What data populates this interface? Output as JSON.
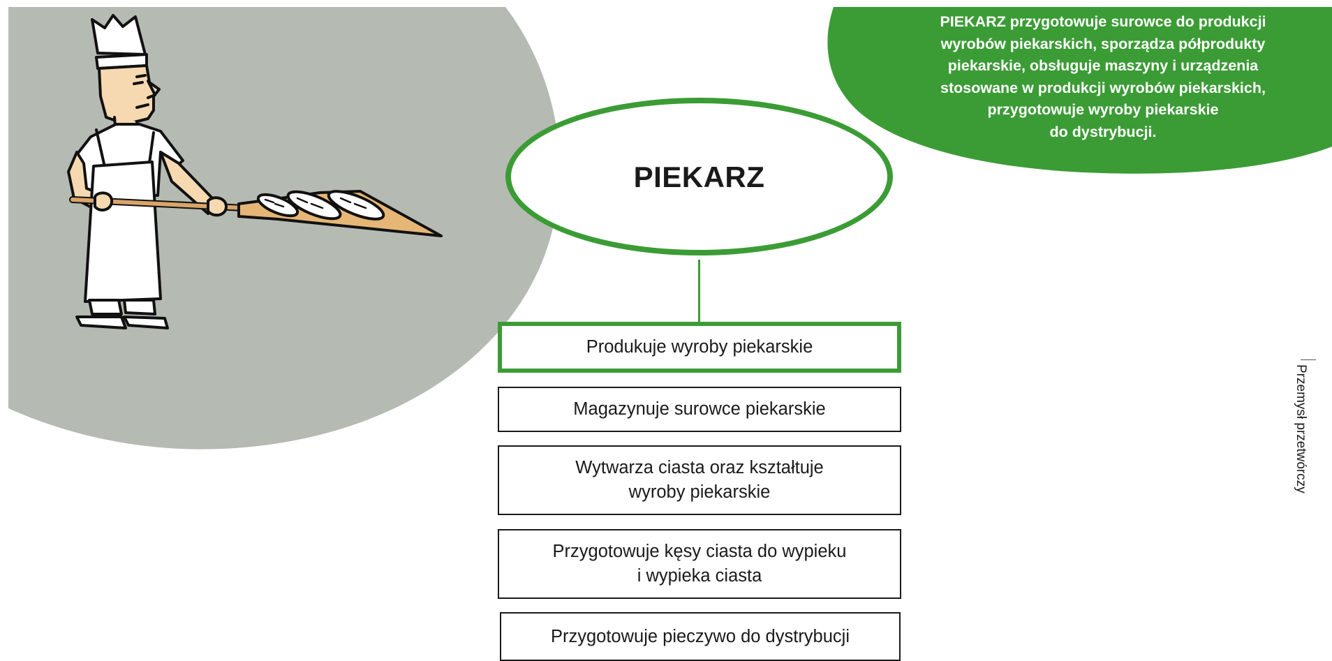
{
  "diagram": {
    "title": "PIEKARZ",
    "description_lines": [
      "PIEKARZ przygotowuje surowce do produkcji",
      "wyrobów piekarskich, sporządza półprodukty",
      "piekarskie, obsługuje maszyny i urządzenia",
      "stosowane w produkcji wyrobów piekarskich,",
      "przygotowuje wyroby piekarskie",
      "do dystrybucji."
    ],
    "tasks": [
      {
        "lines": [
          "Produkuje wyroby piekarskie"
        ]
      },
      {
        "lines": [
          "Magazynuje surowce piekarskie"
        ]
      },
      {
        "lines": [
          "Wytwarza ciasta oraz kształtuje",
          "wyroby piekarskie"
        ]
      },
      {
        "lines": [
          "Przygotowuje kęsy ciasta do wypieku",
          "i wypieka ciasta"
        ]
      },
      {
        "lines": [
          "Przygotowuje pieczywo do dystrybucji"
        ]
      }
    ],
    "side_label": "Przemysł przetwórczy"
  },
  "colors": {
    "accent_green": "#3b9c35",
    "grey_blob": "#b5bab3",
    "text": "#1a1a1a"
  },
  "icons": [
    "baker-illustration-icon"
  ]
}
